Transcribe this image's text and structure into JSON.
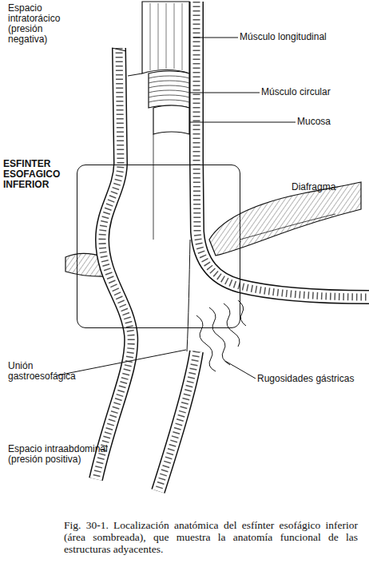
{
  "diagram": {
    "caption": "Fig. 30-1. Localización anatómica del esfínter esofágico inferior (área sombreada), que muestra la anatomía funcional de las estructuras adyacentes.",
    "nodes": [
      {
        "text": [
          "ESFINTER ESOFAGICO INFERIOR"
        ]
      }
    ],
    "labels": [
      "Espacio intratorácico (presión negativa)",
      "Músculo longitudinal",
      "Músculo circular",
      "Mucosa",
      "Diafragma",
      "Unión gastroesofágica",
      "Rugosidades gástricas",
      "Espacio intraabdominal (presión positiva)"
    ]
  }
}
